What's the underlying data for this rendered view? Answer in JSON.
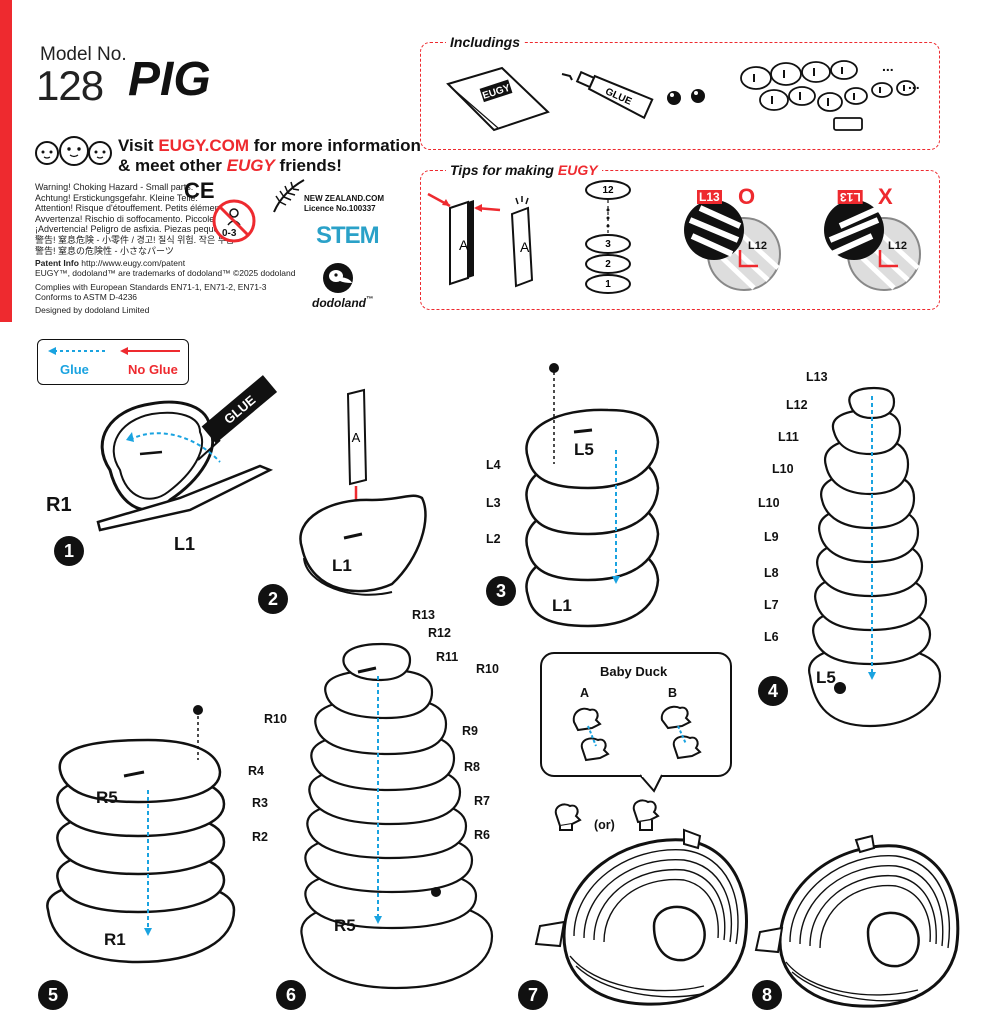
{
  "header": {
    "model_label": "Model No.",
    "model_number": "128",
    "model_name": "PIG",
    "visit_prefix": "Visit ",
    "visit_site": "EUGY.COM",
    "visit_suffix": " for more information",
    "meet_prefix": "& meet other ",
    "meet_brand": "EUGY",
    "meet_suffix": " friends!",
    "ce_mark": "CE",
    "age_label": "0-3",
    "nz_line1": "NEW ZEALAND.COM",
    "nz_line2": "Licence No.100337",
    "stem_label": "STEM",
    "dodoland_label": "dodoland",
    "dodoland_tm": "™"
  },
  "warnings": [
    "Warning! Choking Hazard - Small parts.",
    "Achtung! Erstickungsgefahr. Kleine Teile.",
    "Attention! Risque d'étouffement. Petits éléments.",
    "Avvertenza! Rischio di soffocamento. Piccole parti.",
    "¡Advertencia! Peligro de asfixia. Piezas pequeñas.",
    "警告! 窒息危険 - 小零件 / 경고! 질식 위험. 작은 부품",
    "警告! 窒息の危険性 - 小さなパーツ"
  ],
  "legal": {
    "patent_label": "Patent Info",
    "patent_url": " http://www.eugy.com/patent",
    "trademark": "EUGY™, dodoland™ are trademarks of dodoland™ ©2025 dodoland",
    "complies1": "Complies with European Standards EN71-1, EN71-2, EN71-3",
    "complies2": "Conforms to ASTM D-4236",
    "designed": "Designed by dodoland Limited"
  },
  "includings": {
    "title": "Includings",
    "booklet": "EUGY",
    "glue": "GLUE",
    "ellipsis": "..."
  },
  "tips": {
    "title_prefix": "Tips for making ",
    "title_brand": "EUGY",
    "piece_letter": "A",
    "stack_numbers": [
      "12",
      "3",
      "2",
      "1"
    ],
    "good_label": "L13",
    "good_mark": "O",
    "bad_label": "L13",
    "bad_mark": "X",
    "under_label": "L12"
  },
  "legend": {
    "glue": "Glue",
    "no_glue": "No Glue"
  },
  "steps": {
    "s1": {
      "num": "1",
      "labels": [
        "R1",
        "L1"
      ],
      "glue": "GLUE"
    },
    "s2": {
      "num": "2",
      "labels": [
        "A",
        "L1"
      ]
    },
    "s3": {
      "num": "3",
      "labels": [
        "L5",
        "L4",
        "L3",
        "L2",
        "L1"
      ]
    },
    "s4": {
      "num": "4",
      "labels": [
        "L13",
        "L12",
        "L11",
        "L10",
        "L10",
        "L9",
        "L8",
        "L7",
        "L6",
        "L5"
      ]
    },
    "s5": {
      "num": "5",
      "labels": [
        "R5",
        "R4",
        "R3",
        "R2",
        "R1"
      ]
    },
    "s6": {
      "num": "6",
      "labels": [
        "R13",
        "R12",
        "R11",
        "R10",
        "R10",
        "R9",
        "R8",
        "R7",
        "R6",
        "R5"
      ]
    },
    "s7": {
      "num": "7",
      "bubble_title": "Baby Duck",
      "a": "A",
      "b": "B",
      "or": "(or)"
    },
    "s8": {
      "num": "8"
    }
  },
  "colors": {
    "accent_red": "#ee2a2f",
    "glue_blue": "#1aa3e0",
    "black": "#111111"
  }
}
